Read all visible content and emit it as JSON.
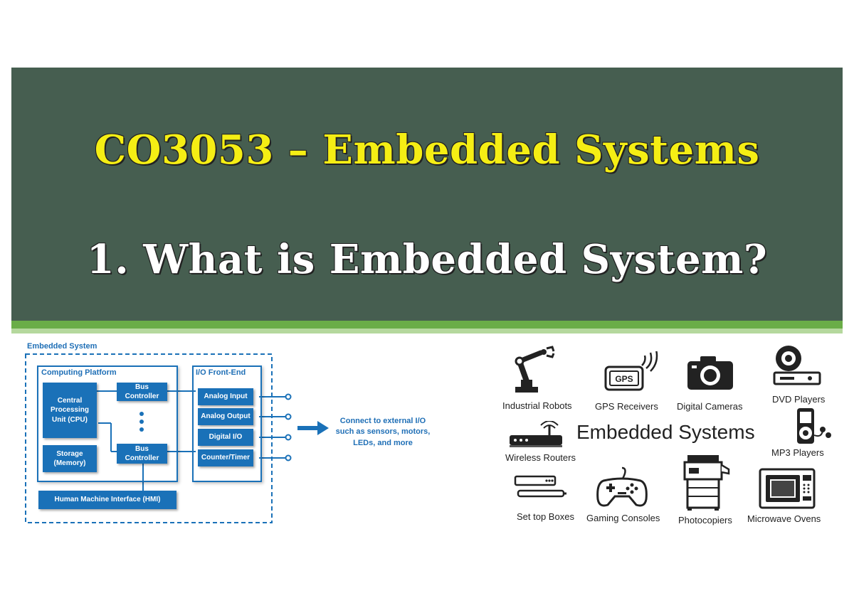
{
  "banner": {
    "course_title": "CO3053 – Embedded Systems",
    "lecture_title": "1. What is Embedded System?",
    "colors": {
      "background": "#465e50",
      "course_title": "#f5ee14",
      "lecture_title": "#ffffff",
      "accent": "#6aad47"
    }
  },
  "diagram": {
    "outer_label": "Embedded System",
    "computing_platform_label": "Computing Platform",
    "io_frontend_label": "I/O Front-End",
    "cpu": [
      "Central",
      "Processing",
      "Unit (CPU)"
    ],
    "storage": [
      "Storage",
      "(Memory)"
    ],
    "bus_controller_1": [
      "Bus",
      "Controller"
    ],
    "bus_controller_2": [
      "Bus",
      "Controller"
    ],
    "io_blocks": [
      "Analog Input",
      "Analog Output",
      "Digital I/O",
      "Counter/Timer"
    ],
    "hmi": "Human Machine Interface (HMI)",
    "connect_note": [
      "Connect to external  I/O",
      "such as sensors, motors,",
      "LEDs, and more"
    ],
    "accent_color": "#1a71b8"
  },
  "applications": {
    "center_label": "Embedded Systems",
    "items": [
      {
        "label": "Industrial Robots",
        "icon": "robot-arm-icon"
      },
      {
        "label": "GPS Receivers",
        "icon": "gps-icon",
        "icon_text": "GPS"
      },
      {
        "label": "Digital Cameras",
        "icon": "camera-icon"
      },
      {
        "label": "DVD Players",
        "icon": "dvd-player-icon"
      },
      {
        "label": "Wireless Routers",
        "icon": "router-icon"
      },
      {
        "label": "MP3 Players",
        "icon": "mp3-player-icon"
      },
      {
        "label": "Set top Boxes",
        "icon": "set-top-box-icon"
      },
      {
        "label": "Gaming Consoles",
        "icon": "gamepad-icon"
      },
      {
        "label": "Photocopiers",
        "icon": "photocopier-icon"
      },
      {
        "label": "Microwave Ovens",
        "icon": "microwave-icon"
      }
    ]
  }
}
